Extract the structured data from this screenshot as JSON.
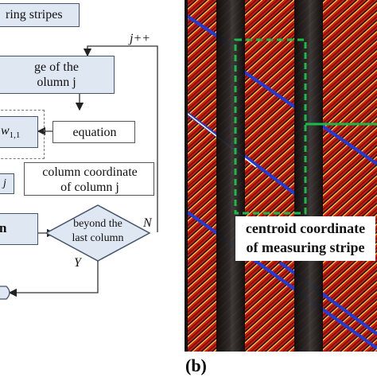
{
  "flowchart": {
    "box_stripes": "ring stripes",
    "box_image_line1": "ge of the",
    "box_image_line2": "olumn j",
    "box_w": "w",
    "box_w_sub": "1,1",
    "box_equation": "equation",
    "box_j_fragment": ", j",
    "box_coord_line1": "column coordinate",
    "box_coord_line2": "of column j",
    "box_n_fragment": "n",
    "decision_line1": "beyond the",
    "decision_line2": "last column",
    "loop_label": "j++",
    "label_n": "N",
    "label_y": "Y"
  },
  "figure": {
    "panel_label": "(b)",
    "overlay_line1": "centroid coordinate",
    "overlay_line2": "of measuring stripe"
  },
  "colors": {
    "box_fill": "#dfe7f2",
    "stripe_red": "#c81e14",
    "stripe_yellow": "#f2cc3a",
    "stripe_blue": "#1f3cd6",
    "roi_green": "#1db84a",
    "dark_band": "#111111"
  }
}
